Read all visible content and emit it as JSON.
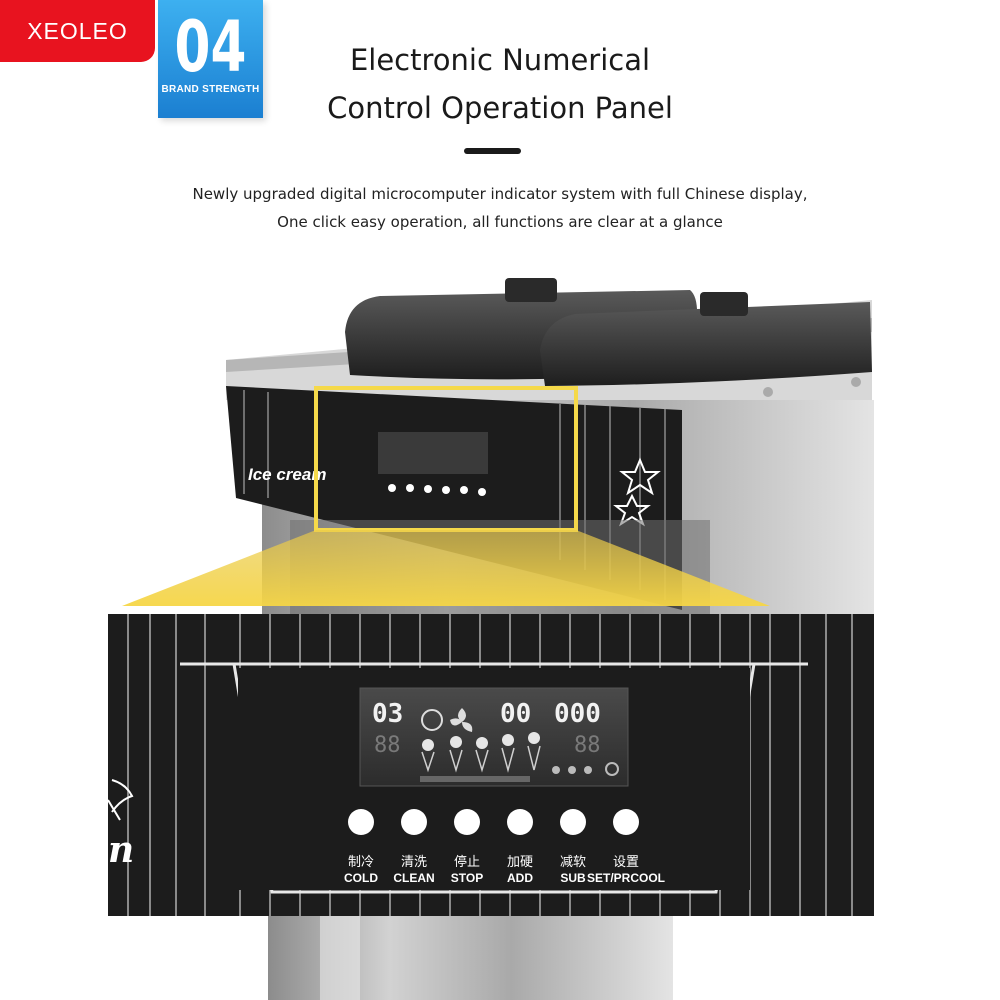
{
  "brand": {
    "logo_text": "XEOLEO",
    "badge_number": "04",
    "badge_caption": "BRAND STRENGTH"
  },
  "heading": {
    "line1": "Electronic Numerical",
    "line2": "Control Operation Panel"
  },
  "description": {
    "line1": "Newly upgraded digital microcomputer indicator system with full Chinese display,",
    "line2": "One click easy operation, all functions are clear at a glance"
  },
  "machine": {
    "side_label": "Ice cream"
  },
  "display": {
    "left_digits": "03",
    "mid_digits": "00",
    "right_digits": "000",
    "lower_left": "88",
    "lower_right": "88"
  },
  "buttons": [
    {
      "cn": "制冷",
      "en": "COLD"
    },
    {
      "cn": "清洗",
      "en": "CLEAN"
    },
    {
      "cn": "停止",
      "en": "STOP"
    },
    {
      "cn": "加硬",
      "en": "ADD"
    },
    {
      "cn": "减软",
      "en": "SUB"
    },
    {
      "cn": "设置",
      "en": "SET/PRCOOL"
    }
  ],
  "colors": {
    "logo_red": "#e8131f",
    "badge_blue": "#1b7fd1",
    "highlight_yellow": "#f5d94a",
    "panel_black": "#1c1c1c"
  }
}
